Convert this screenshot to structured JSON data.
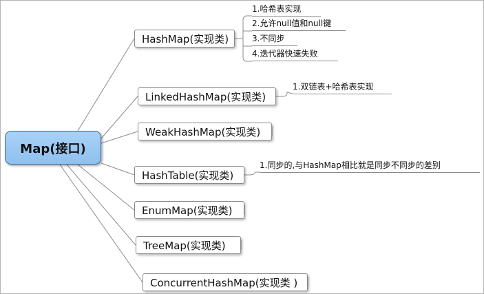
{
  "root": {
    "label": "Map(接口)"
  },
  "nodes": [
    {
      "label": "HashMap(实现类)",
      "notes": [
        "1.哈希表实现",
        "2.允许null值和null键",
        "3.不同步",
        "4.迭代器快速失败"
      ]
    },
    {
      "label": "LinkedHashMap(实现类)",
      "notes": [
        "1.双链表+哈希表实现"
      ]
    },
    {
      "label": "WeakHashMap(实现类)"
    },
    {
      "label": "HashTable(实现类)",
      "notes": [
        "1.同步的,与HashMap相比就是同步不同步的差别"
      ]
    },
    {
      "label": "EnumMap(实现类)"
    },
    {
      "label": "TreeMap(实现类)"
    },
    {
      "label": "ConcurrentHashMap(实现类 )"
    }
  ],
  "colors": {
    "root_fill": "#9ccbf4",
    "root_border": "#3c6f9c",
    "line": "#8c8c8c"
  }
}
